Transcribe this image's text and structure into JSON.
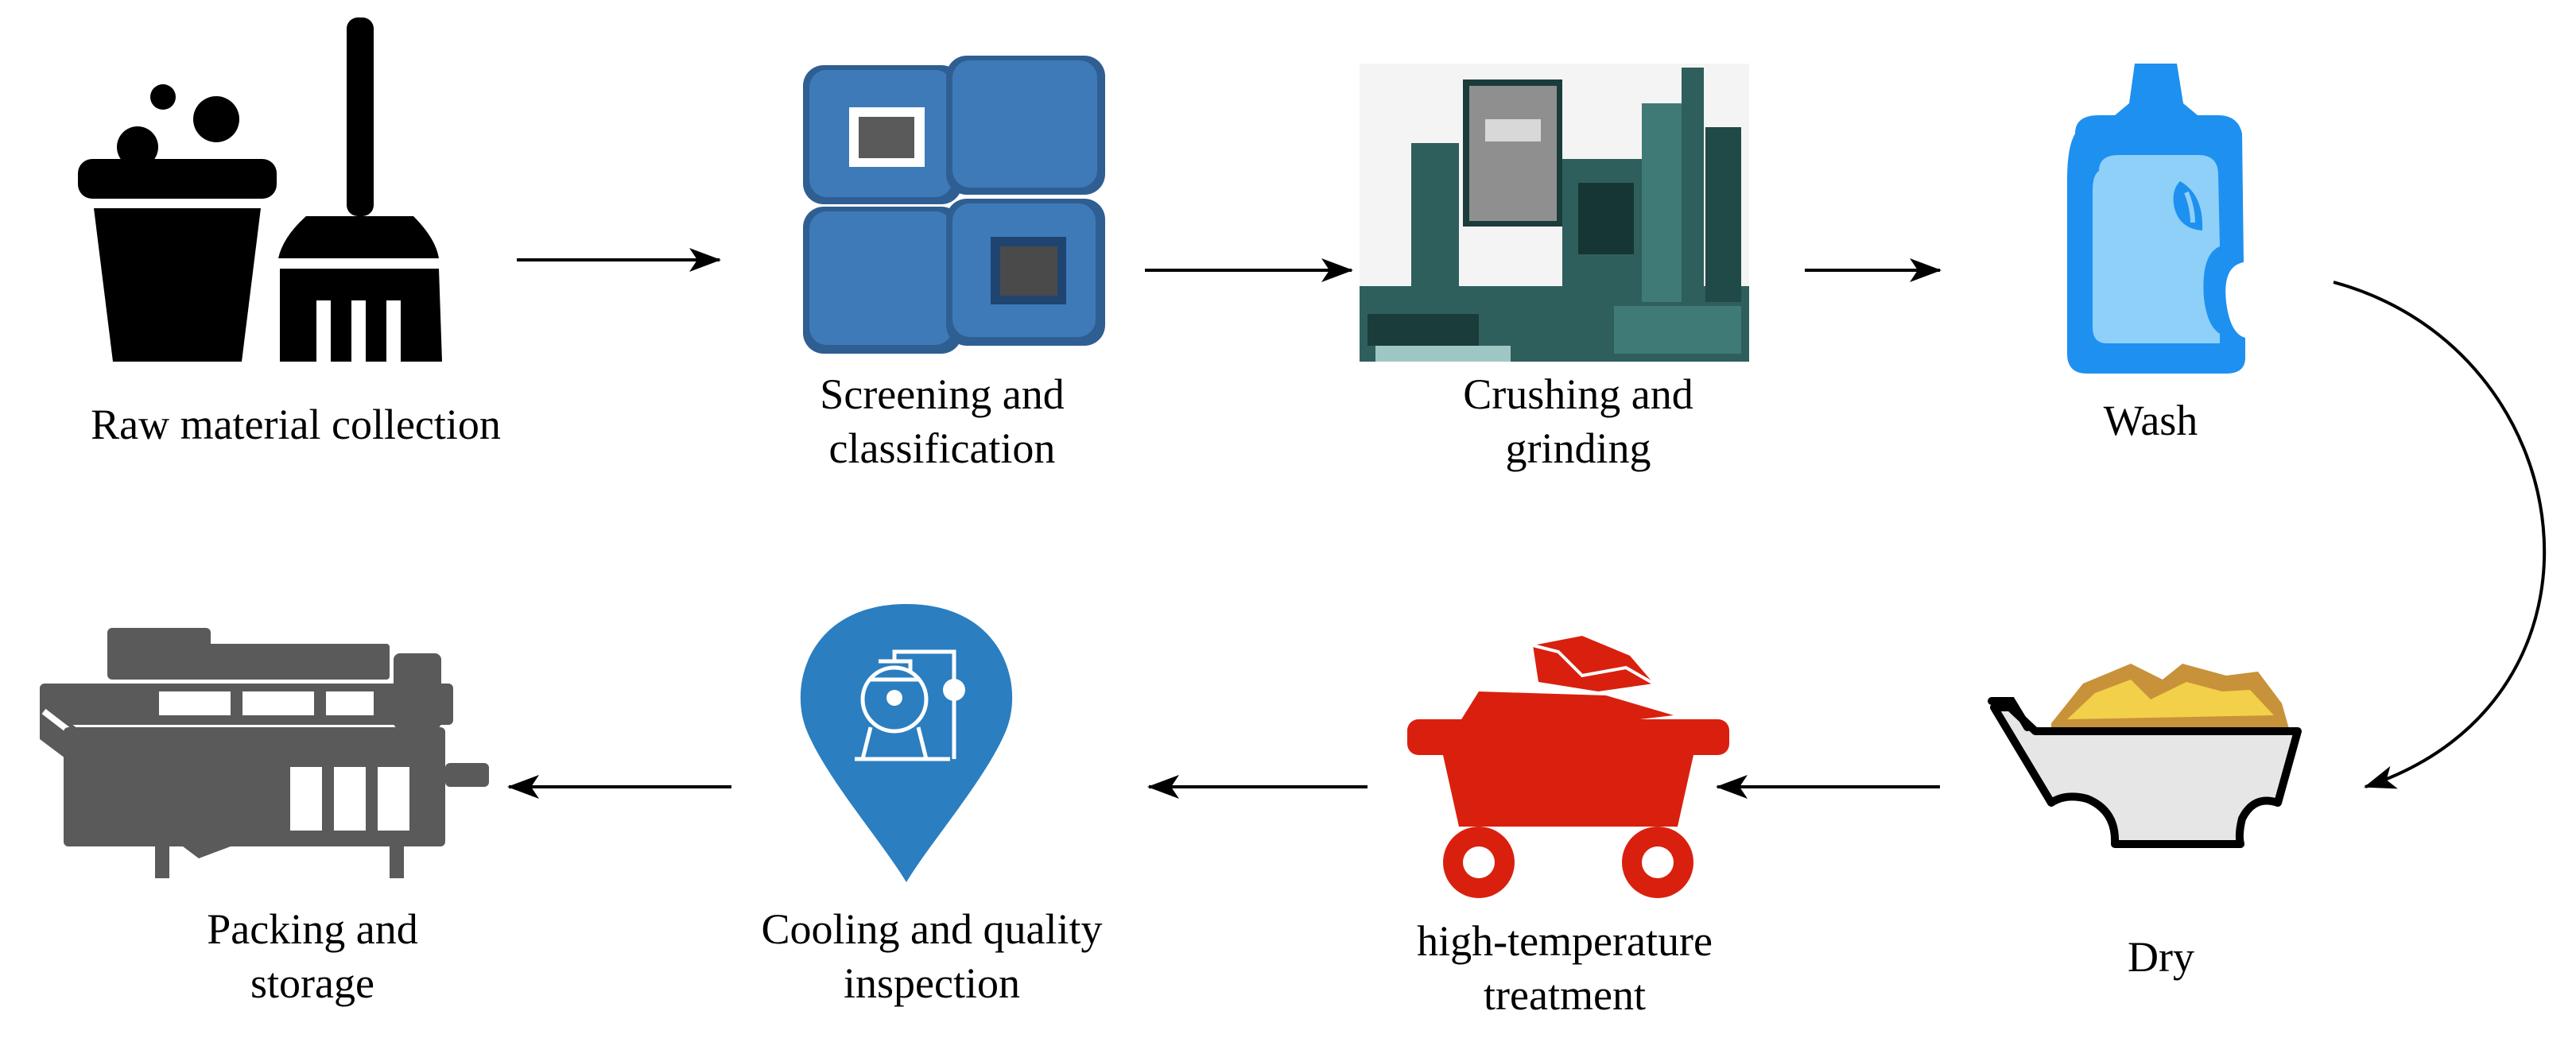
{
  "steps": {
    "raw_material_collection": {
      "line1": "Raw material collection"
    },
    "screening": {
      "line1": "Screening and",
      "line2": "classification"
    },
    "crushing": {
      "line1": "Crushing and",
      "line2": "grinding"
    },
    "wash": {
      "line1": "Wash"
    },
    "dry": {
      "line1": "Dry"
    },
    "high_temp": {
      "line1": "high-temperature",
      "line2": "treatment"
    },
    "cooling": {
      "line1": "Cooling and quality",
      "line2": "inspection"
    },
    "packing": {
      "line1": "Packing and",
      "line2": "storage"
    }
  },
  "icons": {
    "raw_material_collection": "bucket-and-broom-icon",
    "screening": "stacked-square-blocks-icon",
    "crushing": "crushing-machinery-icon",
    "wash": "detergent-bottle-icon",
    "dry": "ore-cart-icon",
    "high_temp": "coal-cart-icon",
    "cooling": "location-pin-plant-icon",
    "packing": "packing-machine-icon"
  },
  "colors": {
    "arrow": "#000000",
    "block_blue": "#3a6ea5",
    "machine_teal": "#2e5f5c",
    "wash_blue": "#1e90f0",
    "cart_red": "#d9200f",
    "pin_blue": "#2b7ec0",
    "packing_gray": "#5a5a5a",
    "ore_yellow": "#f2d04a"
  }
}
